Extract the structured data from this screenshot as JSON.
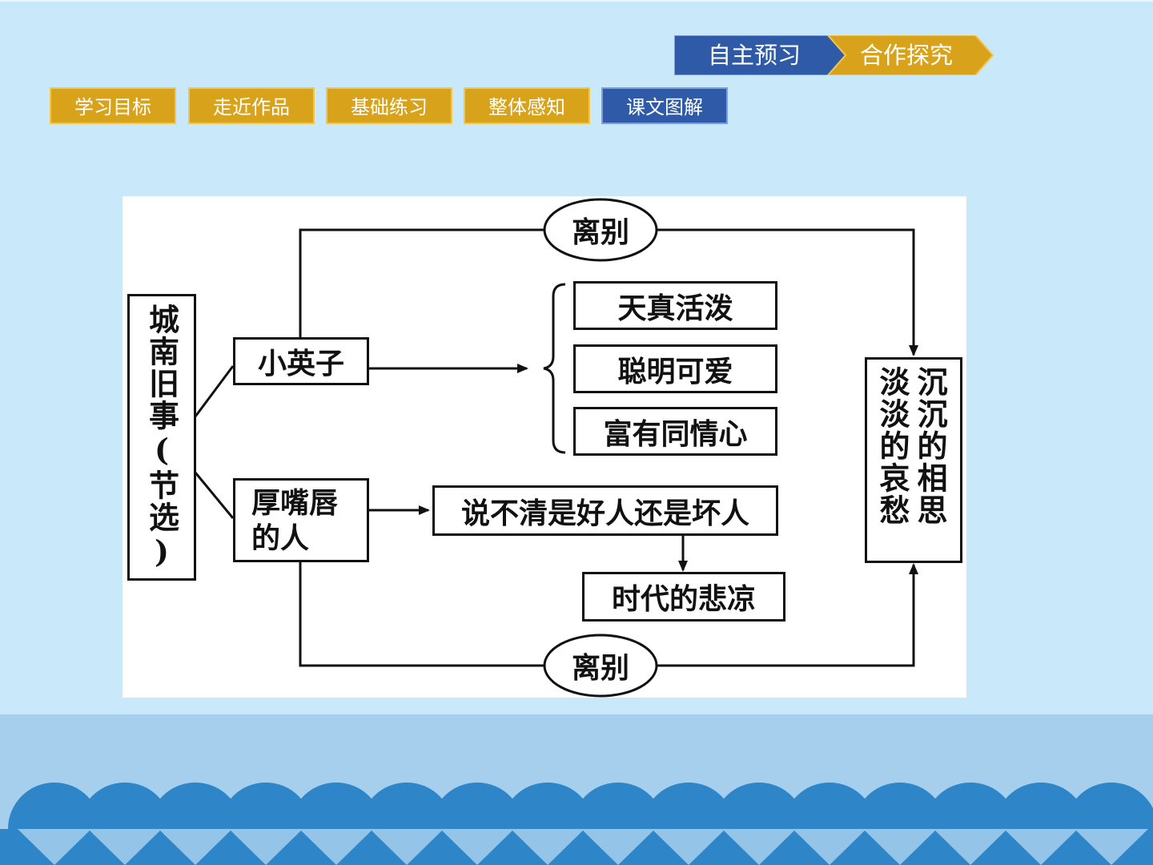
{
  "nav_arrows": {
    "preview": "自主预习",
    "explore": "合作探究"
  },
  "tabs": [
    {
      "label": "学习目标",
      "active": false
    },
    {
      "label": "走近作品",
      "active": false
    },
    {
      "label": "基础练习",
      "active": false
    },
    {
      "label": "整体感知",
      "active": false
    },
    {
      "label": "课文图解",
      "active": true
    }
  ],
  "diagram": {
    "title": "城南旧事(节选)",
    "xiaoyingzi": "小英子",
    "traits": [
      "天真活泼",
      "聪明可爱",
      "富有同情心"
    ],
    "thief": "厚嘴唇的人",
    "unclear": "说不清是好人还是坏人",
    "sorrow": "时代的悲凉",
    "farewell_top": "离别",
    "farewell_bottom": "离别",
    "conclusion_1": "沉沉的相思",
    "conclusion_2": "淡淡的哀愁"
  },
  "colors": {
    "slide_bg": "#c9e8f9",
    "band": "#a6cfee",
    "wave": "#2e86c8",
    "nav_blue": "#2e5aa8",
    "nav_gold": "#d9a21b"
  }
}
